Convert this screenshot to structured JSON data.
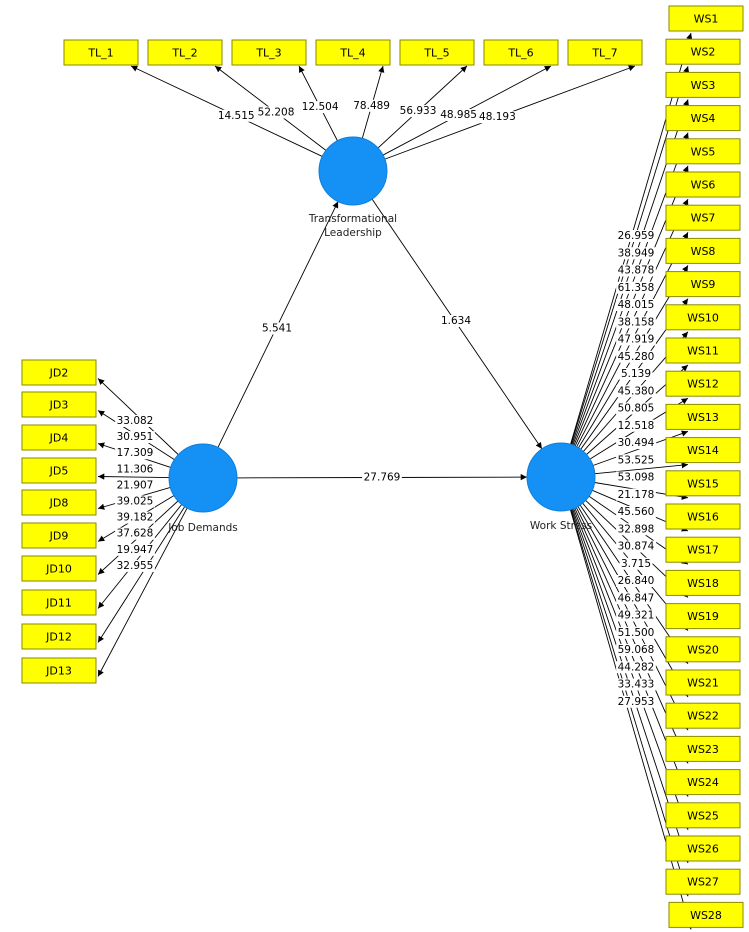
{
  "latents": [
    {
      "id": "TL",
      "lines": [
        "Transformational",
        "Leadership"
      ]
    },
    {
      "id": "JD",
      "lines": [
        "Job Demands"
      ]
    },
    {
      "id": "WS",
      "lines": [
        "Work Stress"
      ]
    }
  ],
  "structural_paths": [
    {
      "from": "JD",
      "to": "TL",
      "value": "5.541"
    },
    {
      "from": "TL",
      "to": "WS",
      "value": "1.634"
    },
    {
      "from": "JD",
      "to": "WS",
      "value": "27.769"
    }
  ],
  "indicators": {
    "TL": [
      {
        "label": "TL_1",
        "value": "14.515"
      },
      {
        "label": "TL_2",
        "value": "52.208"
      },
      {
        "label": "TL_3",
        "value": "12.504"
      },
      {
        "label": "TL_4",
        "value": "78.489"
      },
      {
        "label": "TL_5",
        "value": "56.933"
      },
      {
        "label": "TL_6",
        "value": "48.985"
      },
      {
        "label": "TL_7",
        "value": "48.193"
      }
    ],
    "JD": [
      {
        "label": "JD2",
        "value": "33.082"
      },
      {
        "label": "JD3",
        "value": "30.951"
      },
      {
        "label": "JD4",
        "value": "17.309"
      },
      {
        "label": "JD5",
        "value": "11.306"
      },
      {
        "label": "JD8",
        "value": "21.907"
      },
      {
        "label": "JD9",
        "value": "39.025"
      },
      {
        "label": "JD10",
        "value": "39.182"
      },
      {
        "label": "JD11",
        "value": "37.628"
      },
      {
        "label": "JD12",
        "value": "19.947"
      },
      {
        "label": "JD13",
        "value": "32.955"
      }
    ],
    "WS": [
      {
        "label": "WS1",
        "value": "26.959"
      },
      {
        "label": "WS2",
        "value": "38.949"
      },
      {
        "label": "WS3",
        "value": "43.878"
      },
      {
        "label": "WS4",
        "value": "61.358"
      },
      {
        "label": "WS5",
        "value": "48.015"
      },
      {
        "label": "WS6",
        "value": "38.158"
      },
      {
        "label": "WS7",
        "value": "47.919"
      },
      {
        "label": "WS8",
        "value": "45.280"
      },
      {
        "label": "WS9",
        "value": "5.139"
      },
      {
        "label": "WS10",
        "value": "45.380"
      },
      {
        "label": "WS11",
        "value": "50.805"
      },
      {
        "label": "WS12",
        "value": "12.518"
      },
      {
        "label": "WS13",
        "value": "30.494"
      },
      {
        "label": "WS14",
        "value": "53.525"
      },
      {
        "label": "WS15",
        "value": "53.098"
      },
      {
        "label": "WS16",
        "value": "21.178"
      },
      {
        "label": "WS17",
        "value": "45.560"
      },
      {
        "label": "WS18",
        "value": "32.898"
      },
      {
        "label": "WS19",
        "value": "30.874"
      },
      {
        "label": "WS20",
        "value": "3.715"
      },
      {
        "label": "WS21",
        "value": "26.840"
      },
      {
        "label": "WS22",
        "value": "46.847"
      },
      {
        "label": "WS23",
        "value": "49.321"
      },
      {
        "label": "WS24",
        "value": "51.500"
      },
      {
        "label": "WS25",
        "value": "59.068"
      },
      {
        "label": "WS26",
        "value": "44.282"
      },
      {
        "label": "WS27",
        "value": "33.433"
      },
      {
        "label": "WS28",
        "value": "27.953"
      }
    ]
  },
  "colors": {
    "latent_fill": "#1590f5",
    "indicator_fill": "#ffff00",
    "edge": "#000000"
  }
}
